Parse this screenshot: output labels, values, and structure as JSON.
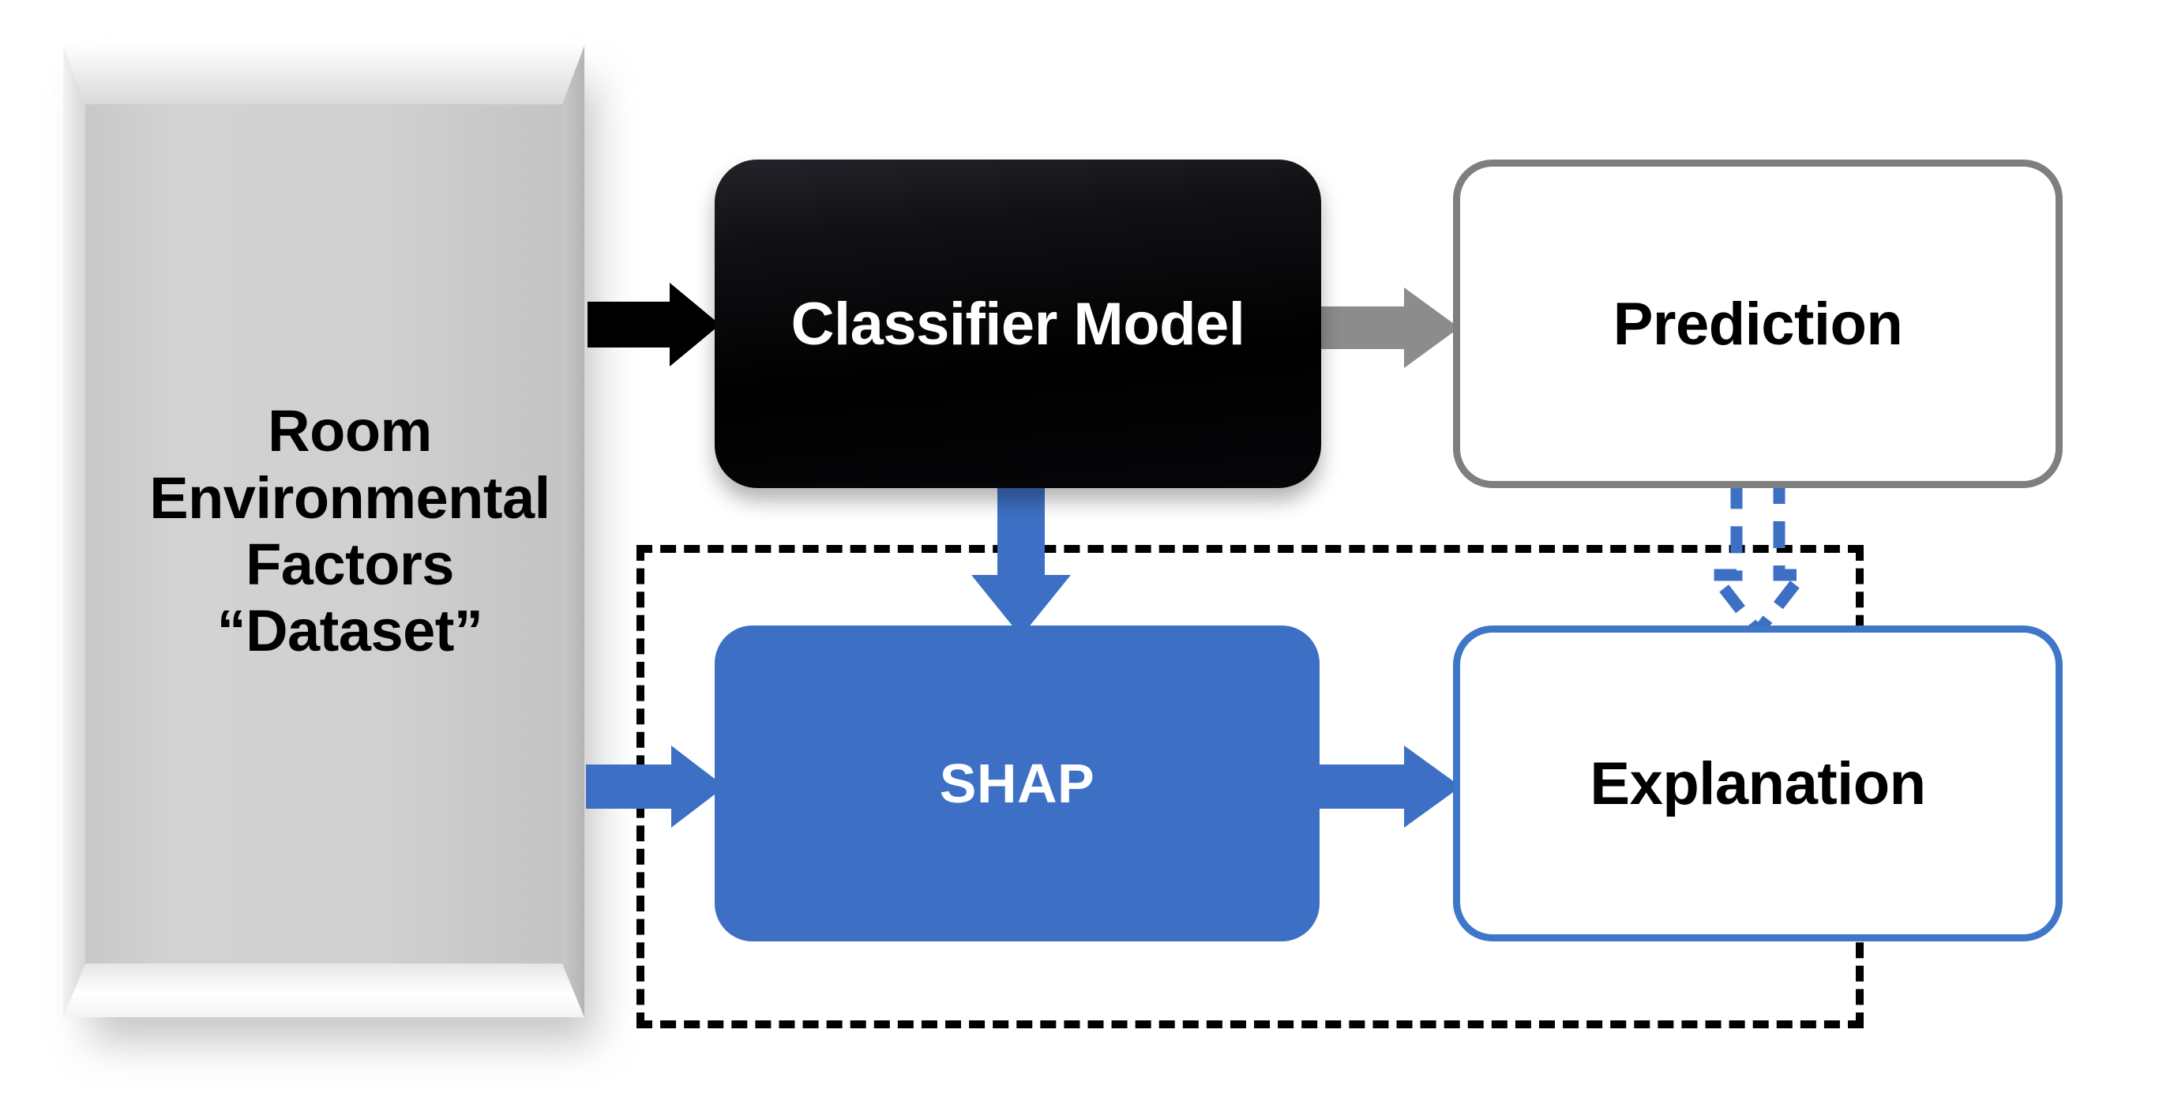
{
  "diagram": {
    "title": "Explainable AI pipeline for room environmental factors",
    "background_color": "#FFFFFF"
  },
  "nodes": {
    "dataset": {
      "id": "dataset",
      "shape": "3d-prism",
      "lines": [
        "Room",
        "Environmental",
        "Factors",
        "“Dataset”"
      ],
      "line1": "Room",
      "line2": "Environmental",
      "line3": "Factors",
      "line4": "“Dataset”",
      "fill_color": "#D0D0D0",
      "text_color": "#000000"
    },
    "classifier": {
      "id": "classifier",
      "label": "Classifier  Model",
      "shape": "rounded-rect",
      "fill_color": "#000000",
      "text_color": "#FFFFFF"
    },
    "prediction": {
      "id": "prediction",
      "label": "Prediction",
      "shape": "rounded-rect",
      "fill_color": "#FFFFFF",
      "border_color": "#7F7F7F",
      "text_color": "#000000"
    },
    "shap": {
      "id": "shap",
      "label": "SHAP",
      "shape": "rounded-rect",
      "fill_color": "#3D70C4",
      "text_color": "#FFFFFF"
    },
    "explanation": {
      "id": "explanation",
      "label": "Explanation",
      "shape": "rounded-rect",
      "fill_color": "#FFFFFF",
      "border_color": "#3E76C8",
      "text_color": "#000000"
    }
  },
  "group": {
    "id": "xai-group",
    "label": "",
    "border_style": "dashed",
    "border_color": "#000000"
  },
  "edges": [
    {
      "id": "dataset-to-classifier",
      "from": "dataset",
      "to": "classifier",
      "direction": "right",
      "style": "solid-block",
      "color": "#000000"
    },
    {
      "id": "classifier-to-prediction",
      "from": "classifier",
      "to": "prediction",
      "direction": "right",
      "style": "solid-block",
      "color": "#8C8C8C"
    },
    {
      "id": "classifier-to-shap",
      "from": "classifier",
      "to": "shap",
      "direction": "down",
      "style": "solid-block",
      "color": "#3D70C4"
    },
    {
      "id": "dataset-to-shap",
      "from": "dataset",
      "to": "shap",
      "direction": "right",
      "style": "solid-block",
      "color": "#3D70C4"
    },
    {
      "id": "shap-to-explanation",
      "from": "shap",
      "to": "explanation",
      "direction": "right",
      "style": "solid-block",
      "color": "#3D70C4"
    },
    {
      "id": "prediction-to-explanation",
      "from": "prediction",
      "to": "explanation",
      "direction": "down",
      "style": "dashed-outline-block",
      "color": "#3D70C4"
    }
  ],
  "colors": {
    "accent_blue": "#3D70C4",
    "gray_arrow": "#8C8C8C",
    "gray_border": "#7F7F7F",
    "black": "#000000",
    "prism_face": "#D0D0D0"
  }
}
